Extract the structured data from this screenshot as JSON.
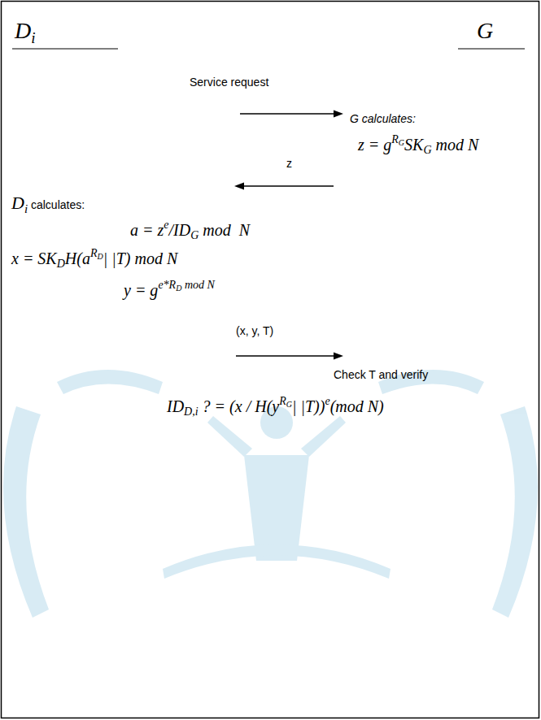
{
  "diagram": {
    "labels": [
      "D",
      "i",
      "G",
      "Service request",
      "G calculates:",
      "z = g",
      "R",
      "G",
      "SK",
      "G",
      " mod N",
      "z",
      "D",
      "i",
      " calculates:",
      "a = z",
      "e",
      "/ID",
      "G",
      " mod  N",
      "x = SK",
      "D",
      "H(a",
      "R",
      "D",
      "| |T) mod N",
      "y = g",
      "e*R",
      "D",
      " mod N",
      "(x, y, T)",
      "Check T and verify",
      "ID",
      "D,i",
      " ? = (x / H(y",
      "R",
      "G",
      "| |T))",
      "e",
      "(mod N)"
    ]
  }
}
